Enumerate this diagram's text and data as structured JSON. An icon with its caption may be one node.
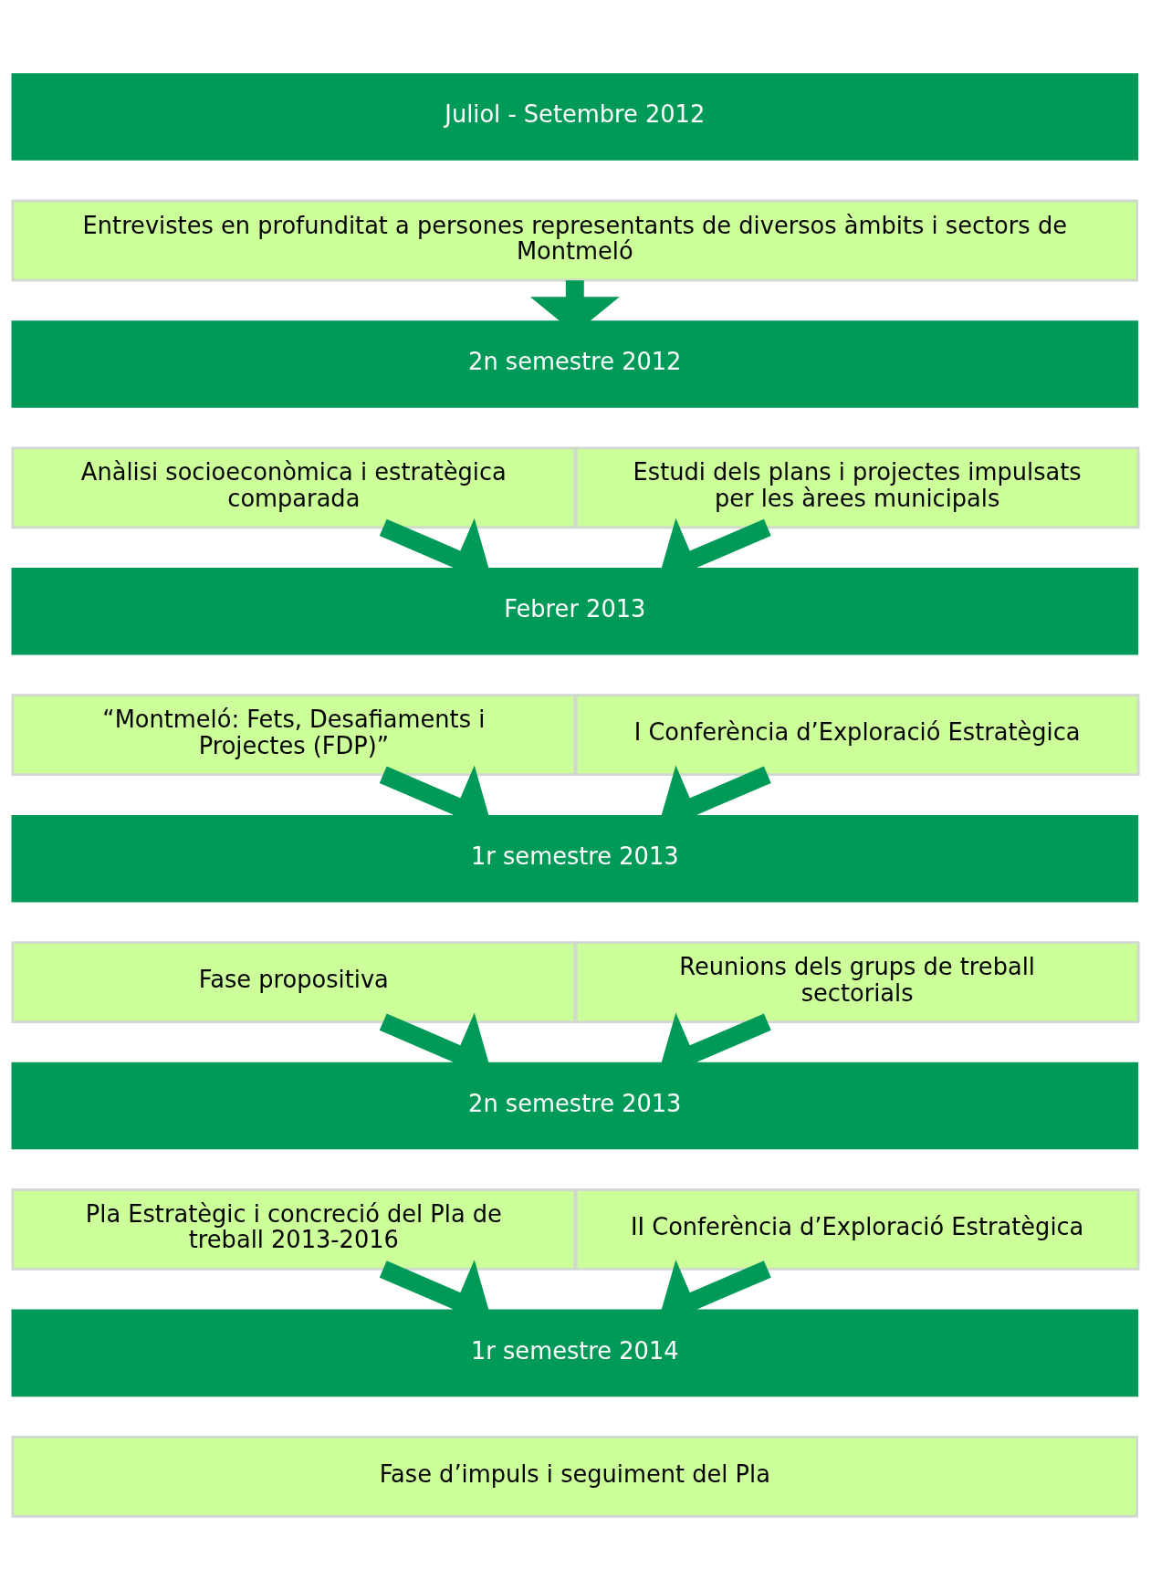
{
  "diagram": {
    "nodes": [
      {
        "text": [
          "Juliol - Setembre 2012"
        ]
      },
      {
        "text": [
          "Entrevistes en profunditat a persones representants de diversos àmbits i sectors de Montmeló"
        ]
      },
      {
        "text": [
          "2n semestre 2012"
        ]
      },
      {
        "text": [
          "Anàlisi socioeconòmica i estratègica comparada"
        ]
      },
      {
        "text": [
          "Estudi dels plans i projectes impulsats per les àrees municipals"
        ]
      },
      {
        "text": [
          "Febrer 2013"
        ]
      },
      {
        "text": [
          "“Montmeló: Fets, Desafiaments i Projectes (FDP)”"
        ]
      },
      {
        "text": [
          "I Conferència d’Exploració Estratègica"
        ]
      },
      {
        "text": [
          "1r semestre 2013"
        ]
      },
      {
        "text": [
          "Fase propositiva"
        ]
      },
      {
        "text": [
          "Reunions dels grups de treball sectorials"
        ]
      },
      {
        "text": [
          "2n semestre 2013"
        ]
      },
      {
        "text": [
          "Pla Estratègic i concreció del Pla de treball 2013-2016"
        ]
      },
      {
        "text": [
          "II Conferència d’Exploració Estratègica"
        ]
      },
      {
        "text": [
          "1r semestre 2014"
        ]
      },
      {
        "text": [
          "Fase d’impuls i seguiment del Pla"
        ]
      }
    ],
    "edges": [
      {
        "from": 1,
        "to": 2,
        "arrow": "to"
      },
      {
        "from": 3,
        "to": 5,
        "arrow": "to"
      },
      {
        "from": 4,
        "to": 5,
        "arrow": "to"
      },
      {
        "from": 6,
        "to": 8,
        "arrow": "to"
      },
      {
        "from": 7,
        "to": 8,
        "arrow": "to"
      },
      {
        "from": 9,
        "to": 11,
        "arrow": "to"
      },
      {
        "from": 10,
        "to": 11,
        "arrow": "to"
      },
      {
        "from": 12,
        "to": 14,
        "arrow": "to"
      },
      {
        "from": 13,
        "to": 14,
        "arrow": "to"
      }
    ]
  }
}
